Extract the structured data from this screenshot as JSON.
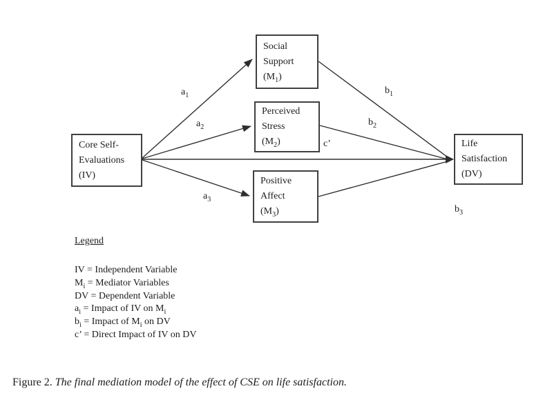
{
  "figure": {
    "nodes": {
      "iv": {
        "role": "independent variable",
        "lines": [
          [
            {
              "t": "Core Self-"
            }
          ],
          [
            {
              "t": "Evaluations"
            }
          ],
          [
            {
              "t": "(IV)"
            }
          ]
        ]
      },
      "m1": {
        "role": "mediator 1",
        "lines": [
          [
            {
              "t": "Social"
            }
          ],
          [
            {
              "t": "Support"
            }
          ],
          [
            {
              "t": "(M"
            },
            {
              "sub": "1"
            },
            {
              "t": ")"
            }
          ]
        ]
      },
      "m2": {
        "role": "mediator 2",
        "lines": [
          [
            {
              "t": "Perceived"
            }
          ],
          [
            {
              "t": "Stress"
            }
          ],
          [
            {
              "t": "(M"
            },
            {
              "sub": "2"
            },
            {
              "t": ")"
            }
          ]
        ]
      },
      "m3": {
        "role": "mediator 3",
        "lines": [
          [
            {
              "t": "Positive"
            }
          ],
          [
            {
              "t": "Affect"
            }
          ],
          [
            {
              "t": "(M"
            },
            {
              "sub": "3"
            },
            {
              "t": ")"
            }
          ]
        ]
      },
      "dv": {
        "role": "dependent variable",
        "lines": [
          [
            {
              "t": "Life"
            }
          ],
          [
            {
              "t": "Satisfaction"
            }
          ],
          [
            {
              "t": "(DV)"
            }
          ]
        ]
      }
    },
    "path_labels": {
      "a1": [
        {
          "t": "a"
        },
        {
          "sub": "1"
        }
      ],
      "a2": [
        {
          "t": "a"
        },
        {
          "sub": "2"
        }
      ],
      "a3": [
        {
          "t": "a"
        },
        {
          "sub": "3"
        }
      ],
      "b1": [
        {
          "t": "b"
        },
        {
          "sub": "1"
        }
      ],
      "b2": [
        {
          "t": "b"
        },
        {
          "sub": "2"
        }
      ],
      "b3": [
        {
          "t": "b"
        },
        {
          "sub": "3"
        }
      ],
      "c": [
        {
          "t": "c’"
        }
      ]
    },
    "legend": {
      "title": "Legend",
      "items": [
        [
          {
            "t": "IV = Independent Variable"
          }
        ],
        [
          {
            "t": "M"
          },
          {
            "sub": "i"
          },
          {
            "t": " = Mediator Variables"
          }
        ],
        [
          {
            "t": "DV = Dependent Variable"
          }
        ],
        [
          {
            "t": "a"
          },
          {
            "sub": "i"
          },
          {
            "t": " = Impact of IV on M"
          },
          {
            "sub": "i"
          }
        ],
        [
          {
            "t": "b"
          },
          {
            "sub": "i"
          },
          {
            "t": " = Impact of M"
          },
          {
            "sub": "i"
          },
          {
            "t": " on DV"
          }
        ],
        [
          {
            "t": "c’ = Direct Impact of IV on DV"
          }
        ]
      ]
    },
    "caption": [
      {
        "t": "Figure 2. "
      },
      {
        "i": "The final mediation model of the effect of CSE on life satisfaction."
      }
    ]
  },
  "colors": {
    "ink": "#1c1c1c",
    "line": "#2e2e2e",
    "box_border": "#3f3f3f",
    "bg": "#ffffff"
  }
}
